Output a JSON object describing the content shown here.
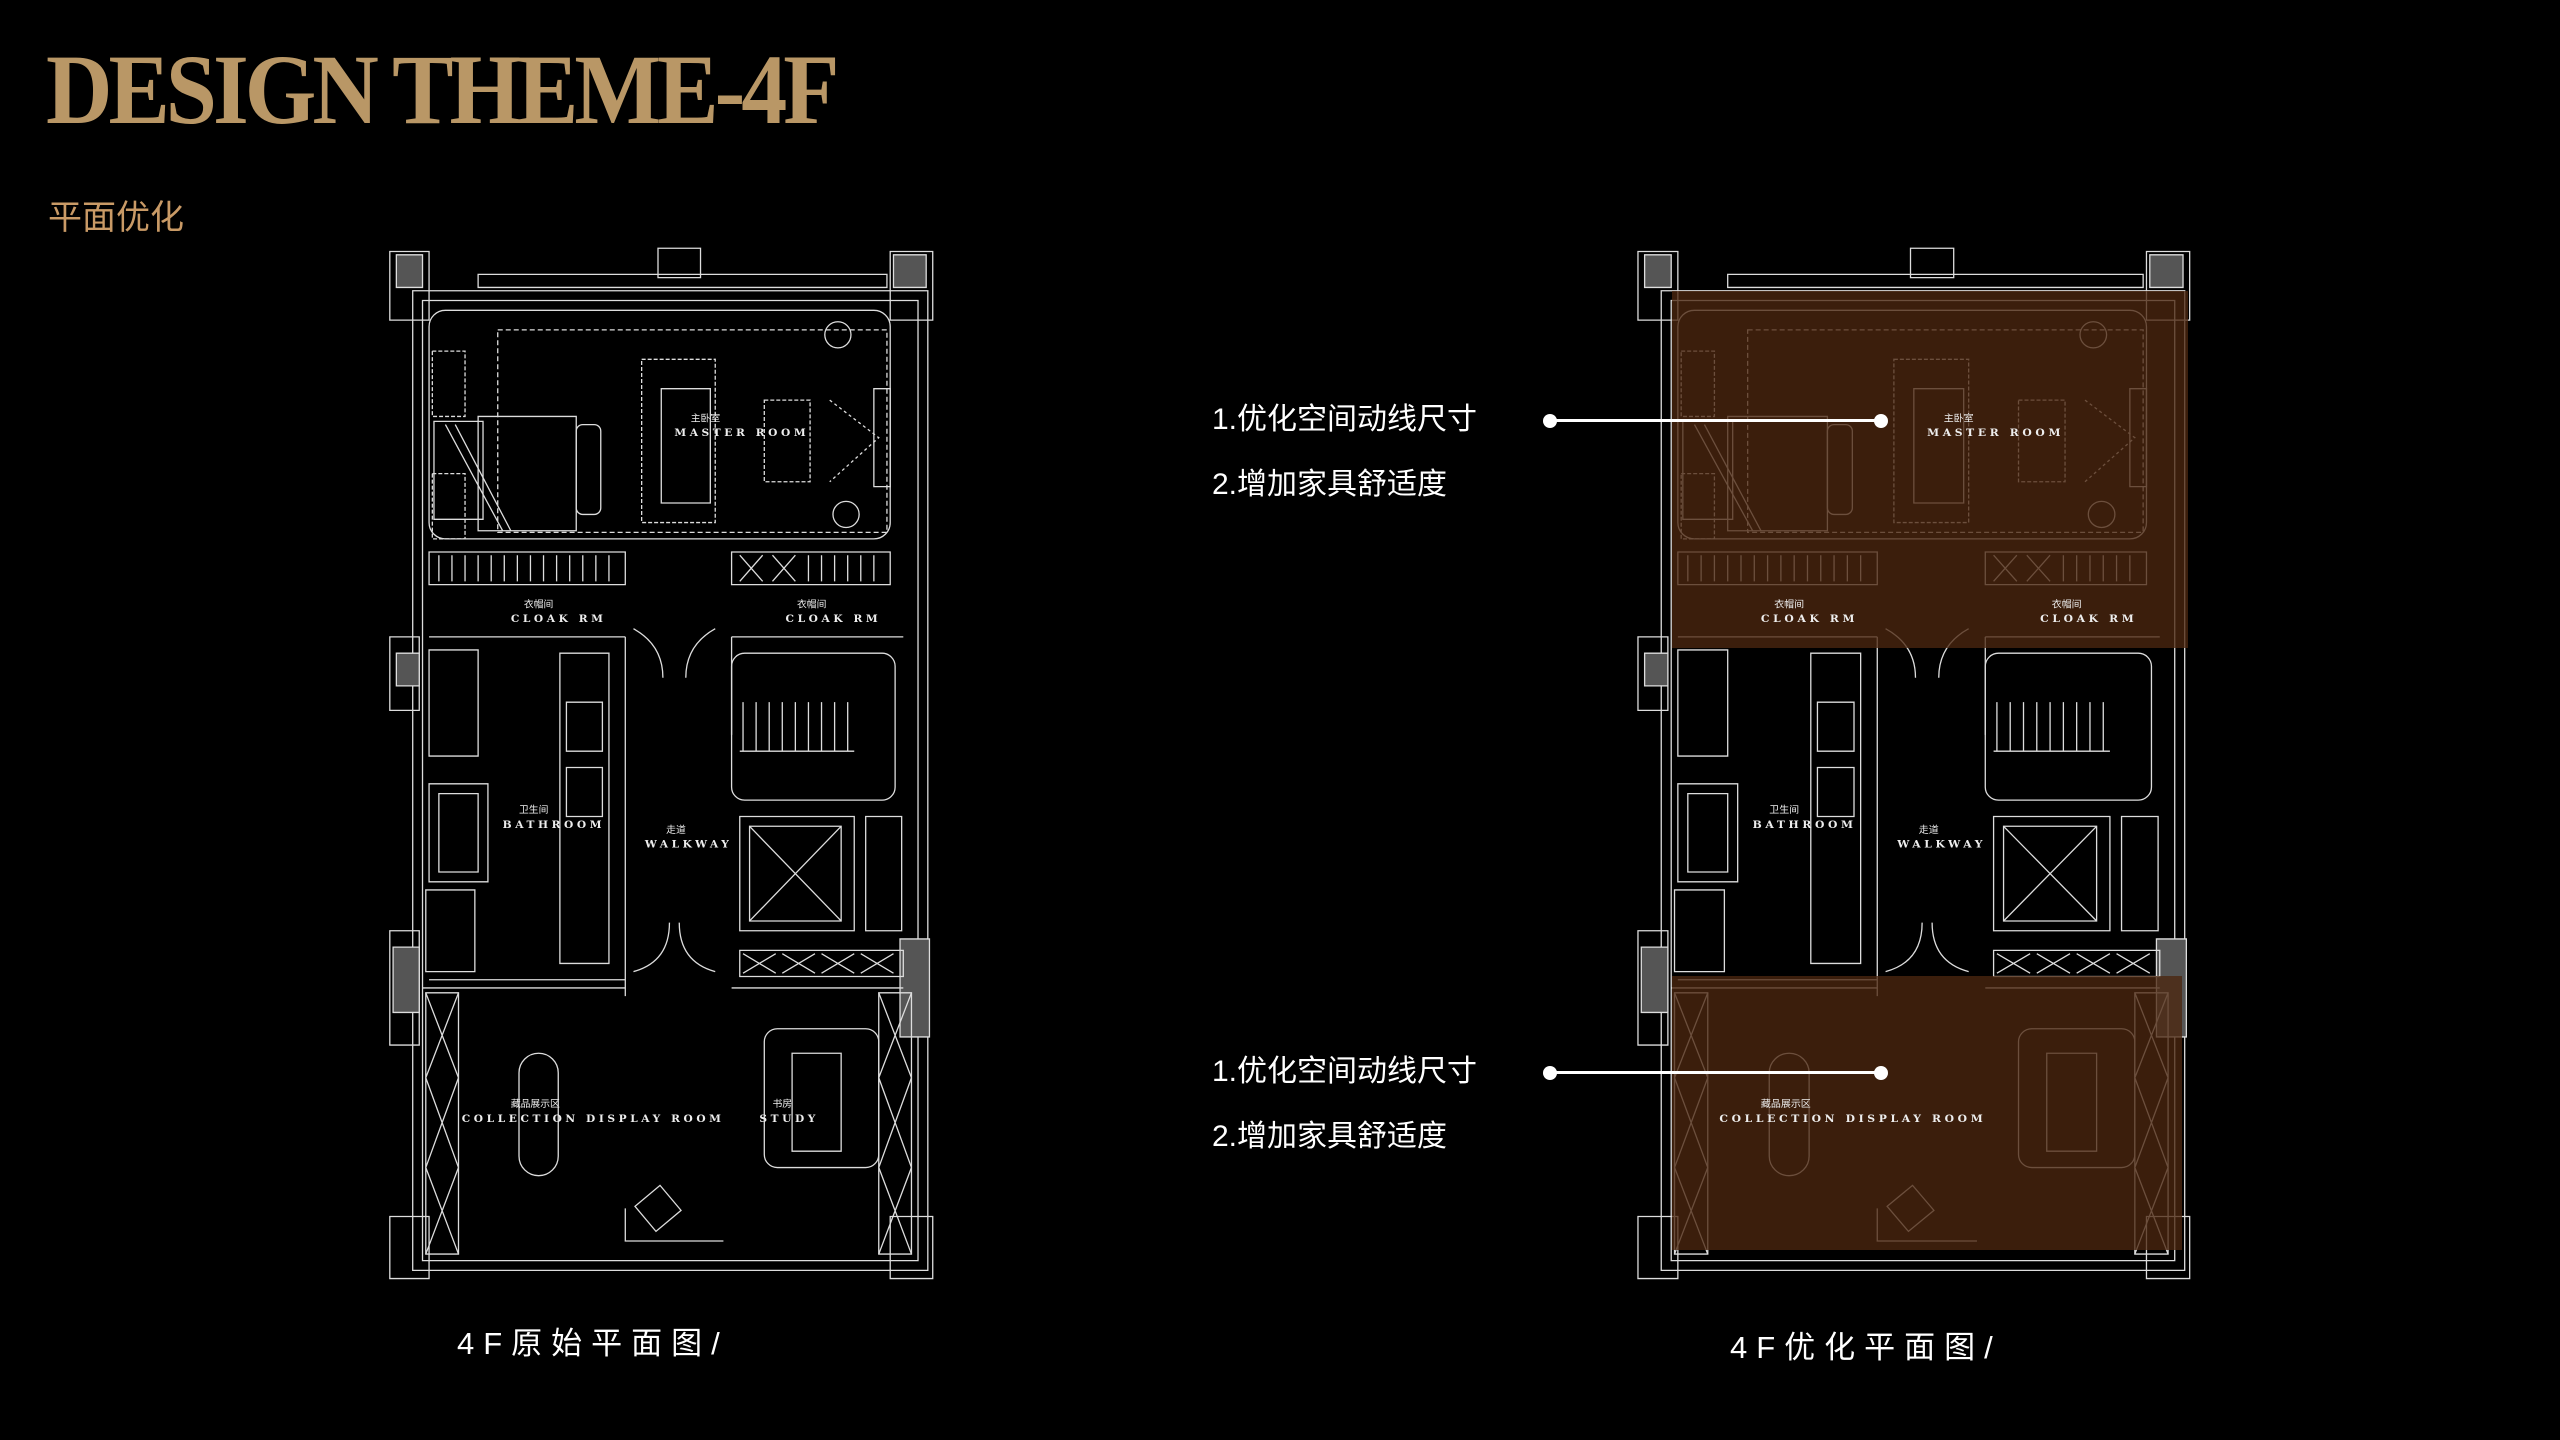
{
  "header": {
    "title": "DESIGN THEME-4F",
    "subtitle": "平面优化"
  },
  "plans": {
    "original": {
      "caption": "4F原始平面图/",
      "rooms": {
        "master_cn": "主卧室",
        "master": "MASTER ROOM",
        "cloak_cn": "衣帽间",
        "cloak": "CLOAK RM",
        "bath_cn": "卫生间",
        "bath": "BATHROOM",
        "walk_cn": "走道",
        "walk": "WALKWAY",
        "collection_cn": "藏品展示区",
        "collection": "COLLECTION DISPLAY ROOM",
        "study_cn": "书房",
        "study": "STUDY"
      }
    },
    "optimized": {
      "caption": "4F优化平面图/",
      "rooms": {
        "master_cn": "主卧室",
        "master": "MASTER ROOM",
        "cloak_cn": "衣帽间",
        "cloak": "CLOAK RM",
        "bath_cn": "卫生间",
        "bath": "BATHROOM",
        "walk_cn": "走道",
        "walk": "WALKWAY",
        "collection_cn": "藏品展示区",
        "collection": "COLLECTION DISPLAY ROOM"
      }
    }
  },
  "callouts": [
    {
      "line1": "1.优化空间动线尺寸",
      "line2": "2.增加家具舒适度"
    },
    {
      "line1": "1.优化空间动线尺寸",
      "line2": "2.增加家具舒适度"
    }
  ],
  "colors": {
    "title": "#b99766",
    "subtitle": "#c99a66",
    "highlight": "#4b2710"
  }
}
